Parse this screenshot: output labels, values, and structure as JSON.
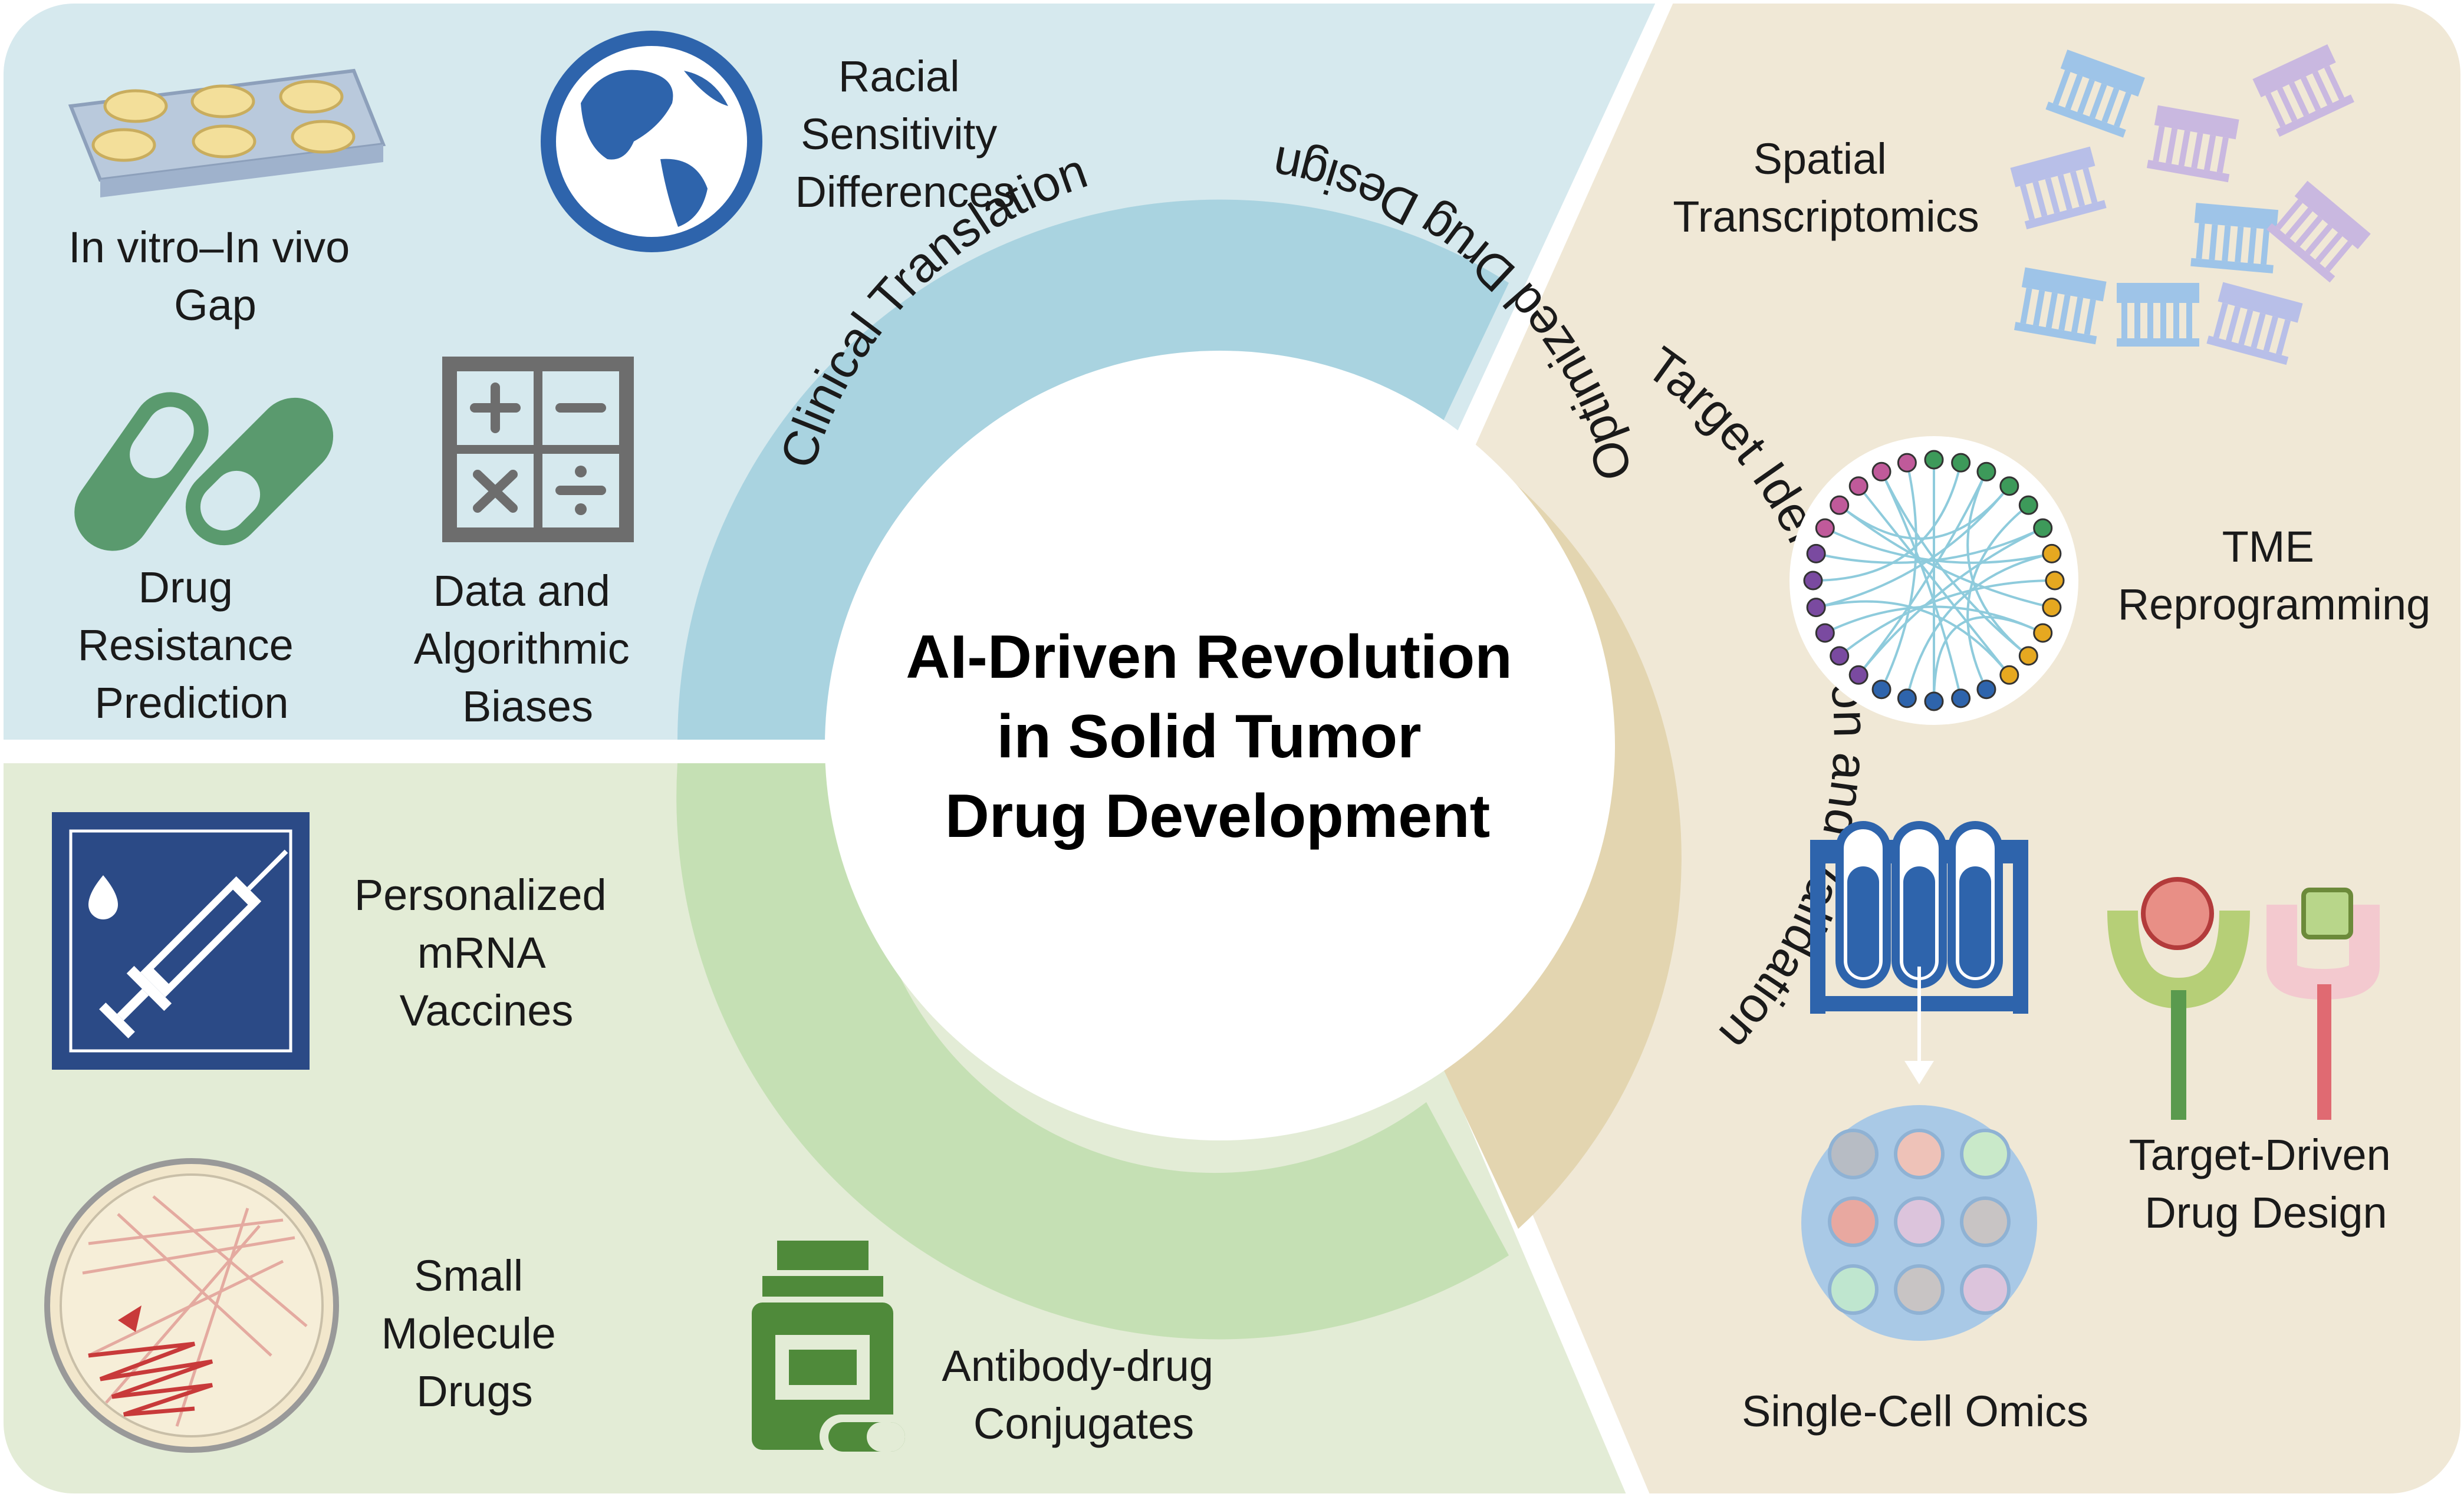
{
  "center_title": [
    "AI-Driven Revolution",
    "in Solid Tumor",
    "Drug Development"
  ],
  "ring": {
    "clinical": "Clinical Translation",
    "optimized": "Optimized Drug Design",
    "target": "Target Identification and Validation"
  },
  "panels": {
    "clinical": {
      "in_vitro_gap": [
        "In vitro–In vivo",
        "Gap"
      ],
      "racial": [
        "Racial",
        "Sensitivity",
        "Differences"
      ],
      "drug_resistance": [
        "Drug",
        "Resistance",
        "Prediction"
      ],
      "data_bias": [
        "Data and",
        "Algorithmic",
        "Biases"
      ]
    },
    "optimized": {
      "mrna": [
        "Personalized",
        "mRNA",
        "Vaccines"
      ],
      "small_molecule": [
        "Small",
        "Molecule",
        "Drugs"
      ],
      "adc": [
        "Antibody-drug",
        "Conjugates"
      ]
    },
    "target": {
      "spatial": [
        "Spatial",
        "Transcriptomics"
      ],
      "tme": [
        "TME",
        "Reprogramming"
      ],
      "single_cell": [
        "Single-Cell Omics"
      ],
      "target_driven": [
        "Target-Driven",
        "Drug Design"
      ]
    }
  },
  "icons": {
    "well_plate": "well-plate-icon",
    "globe": "globe-icon",
    "pills": "capsule-icon",
    "calculator": "calculator-icon",
    "syringe": "syringe-icon",
    "petri": "petri-dish-icon",
    "bottle": "medicine-bottle-icon",
    "spatial_chips": "spatial-chip-icon",
    "network": "circular-network-icon",
    "test_tubes": "test-tube-rack-icon",
    "wells_dish": "single-cell-dish-icon",
    "receptors": "receptor-ligand-icon"
  },
  "colors": {
    "clinical_bg": "#d6e9ee",
    "clinical_ring": "#a9d3e0",
    "optimized_bg": "#e3ecd6",
    "optimized_ring": "#c5e0b4",
    "target_bg": "#f0e8d6",
    "target_ring": "#e3d5b0",
    "icon_blue": "#2e64ac",
    "icon_green": "#5a9a6e",
    "icon_gray": "#6d6d6d",
    "icon_darkgreen": "#4f8a3a",
    "navy": "#2b4a86"
  }
}
